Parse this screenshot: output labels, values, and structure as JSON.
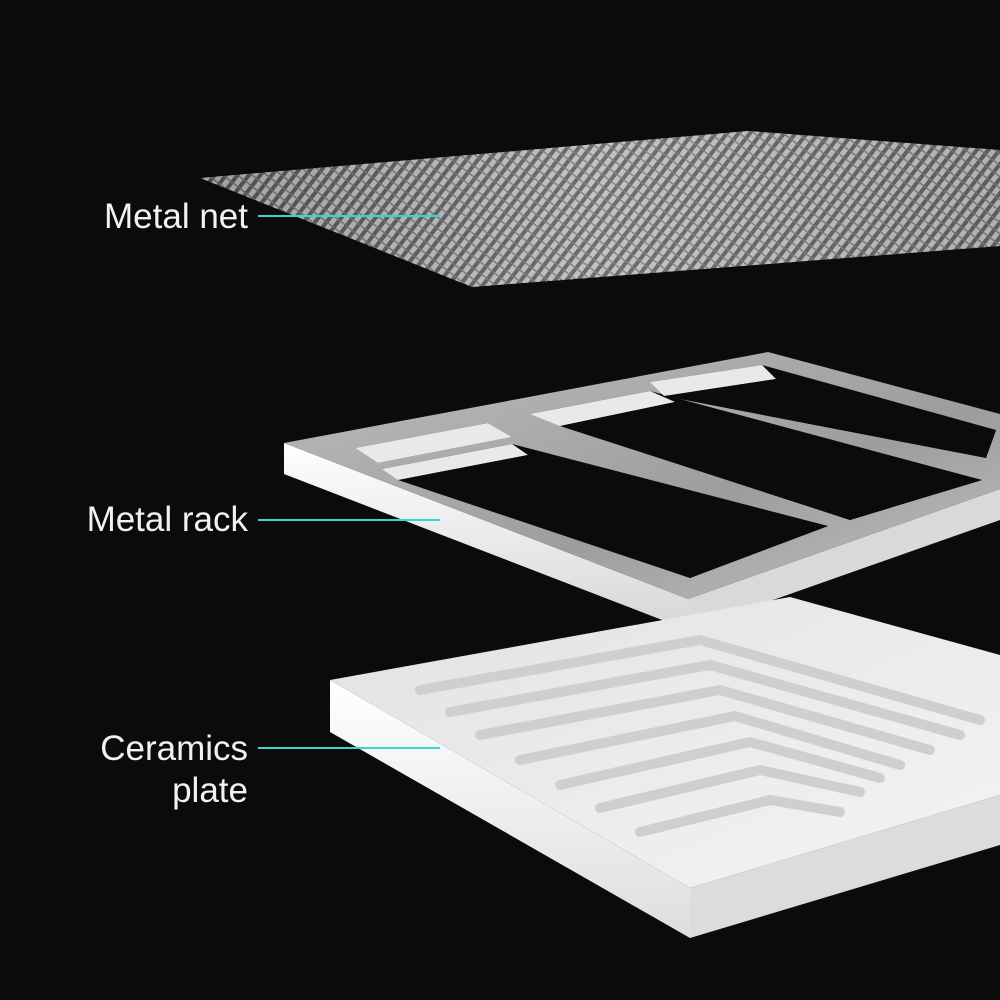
{
  "colors": {
    "background": "#0b0b0b",
    "leader_line": "#39d6cf",
    "label_text": "#f2f2f2",
    "ceramic": "#ececec",
    "rack_metal": "#a9a9a9",
    "net_metal": "#bdbdbd"
  },
  "components": [
    {
      "id": "metal-net",
      "lines": [
        "Metal net"
      ]
    },
    {
      "id": "metal-rack",
      "lines": [
        "Metal rack"
      ]
    },
    {
      "id": "ceramics-plate",
      "lines": [
        "Ceramics",
        "plate"
      ]
    }
  ]
}
